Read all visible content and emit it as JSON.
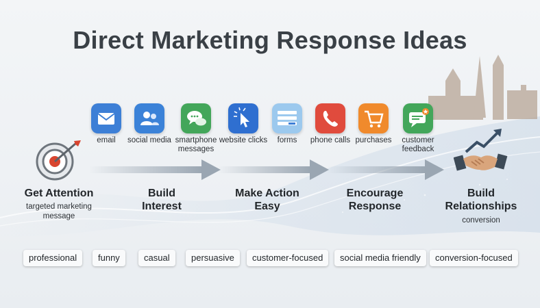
{
  "title": "Direct Marketing Response Ideas",
  "channels": [
    {
      "label": "email",
      "icon": "email-icon",
      "color": "#3d7fd6"
    },
    {
      "label": "social media",
      "icon": "people-icon",
      "color": "#3b82d8"
    },
    {
      "label": "smartphone messages",
      "icon": "chat-bubbles-icon",
      "color": "#43a65a"
    },
    {
      "label": "website clicks",
      "icon": "cursor-click-icon",
      "color": "#2f6fd0"
    },
    {
      "label": "forms",
      "icon": "form-icon",
      "color": "#9cc9ee"
    },
    {
      "label": "phone calls",
      "icon": "phone-icon",
      "color": "#e04b3d"
    },
    {
      "label": "purchases",
      "icon": "shopping-cart-icon",
      "color": "#f08a2c"
    },
    {
      "label": "customer feedback",
      "icon": "feedback-chat-icon",
      "color": "#43a65a"
    }
  ],
  "stages": [
    {
      "title": "Get Attention",
      "subtitle": "targeted marketing message",
      "icon": "target-icon"
    },
    {
      "title": "Build Interest",
      "subtitle": ""
    },
    {
      "title": "Make Action Easy",
      "subtitle": ""
    },
    {
      "title": "Encourage Response",
      "subtitle": ""
    },
    {
      "title": "Build Relationships",
      "subtitle": "conversion",
      "icon": "handshake-growth-icon"
    }
  ],
  "tones": [
    "professional",
    "funny",
    "casual",
    "persuasive",
    "customer-focused",
    "social media friendly",
    "conversion-focused"
  ],
  "colors": {
    "title": "#3a4046",
    "arrow": "#9aa6b2",
    "accent_red": "#d8452f"
  }
}
